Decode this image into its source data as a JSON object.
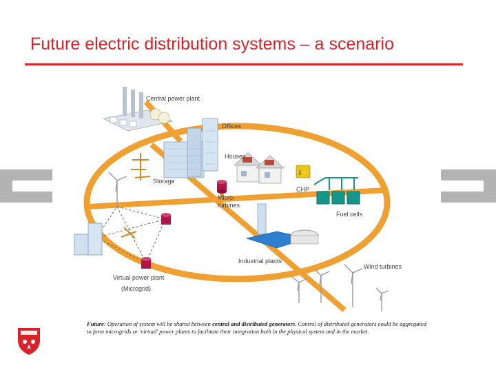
{
  "slide": {
    "title": "Future electric distribution systems – a scenario"
  },
  "diagram": {
    "labels": {
      "central_power_plant": "Central power plant",
      "offices": "Offices",
      "houses": "Houses",
      "storage": "Storage",
      "chp": "CHP",
      "micro_turbines_line1": "Micro-",
      "micro_turbines_line2": "turbines",
      "fuel_cells": "Fuel cells",
      "industrial_plants": "Industrial plants",
      "wind_turbines": "Wind turbines",
      "virtual_power_plant": "Virtual power plant",
      "microgrid": "(Microgrid)"
    },
    "colors": {
      "ring": "#f0a030",
      "title_red": "#d8232a",
      "cylinder": "#b0154a",
      "fuel_cell": "#17968a",
      "chp": "#e8c61a"
    }
  },
  "caption": {
    "lead": "Future",
    "part1": ": Operation of system will be shared between ",
    "bold1": "central and distributed generators",
    "part2": ". Control of distributed generators could be aggregated to form microgrids or 'virtual' power plants to facilitate their integration both in the physical system and in the market."
  },
  "logo": {
    "name": "shield-crest-icon"
  }
}
